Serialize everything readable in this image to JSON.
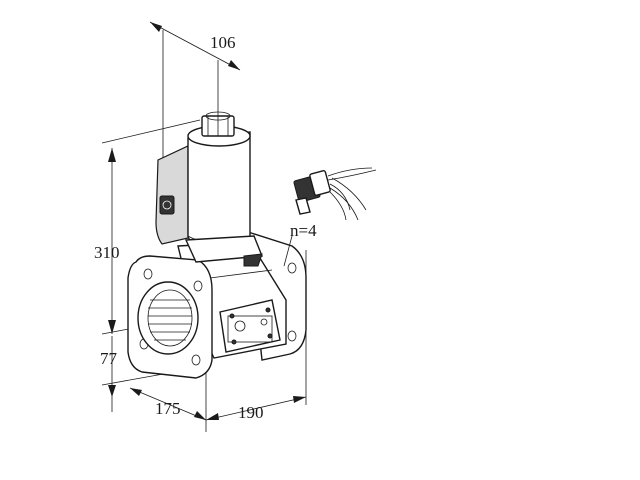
{
  "dimensions": {
    "top_width": "106",
    "height_total": "310",
    "height_base": "77",
    "depth": "175",
    "length": "190"
  },
  "annotations": {
    "bolt_count": "n=4"
  }
}
